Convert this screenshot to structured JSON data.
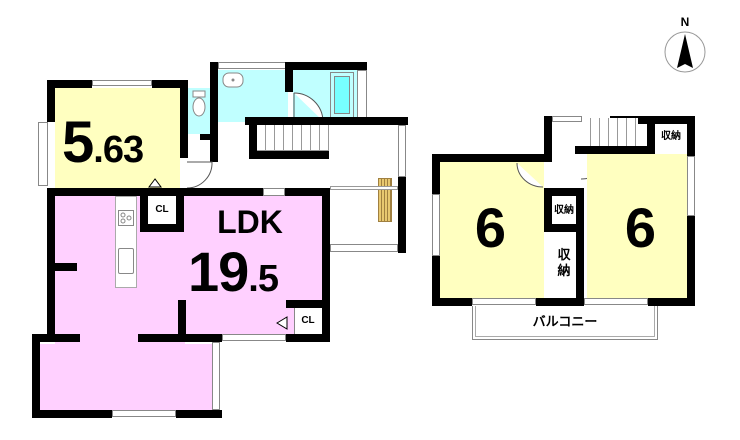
{
  "compass": {
    "label": "N"
  },
  "floor1": {
    "room_western": {
      "size": "5",
      "size_decimal": ".63",
      "color": "#ffffc0"
    },
    "room_ldk": {
      "name": "LDK",
      "size": "19",
      "size_decimal": ".5",
      "color": "#ffd0ff"
    },
    "closet_1": {
      "label": "CL"
    },
    "closet_2": {
      "label": "CL"
    },
    "wet_area_color": "#c0ffff"
  },
  "floor2": {
    "room_west": {
      "size": "6",
      "color": "#ffffc0"
    },
    "room_east": {
      "size": "6",
      "color": "#ffffc0"
    },
    "storage_top": {
      "label": "収納"
    },
    "storage_middle": {
      "label": "収納"
    },
    "storage_tall": {
      "label": "収\n納"
    },
    "balcony": {
      "label": "バルコニー"
    }
  }
}
